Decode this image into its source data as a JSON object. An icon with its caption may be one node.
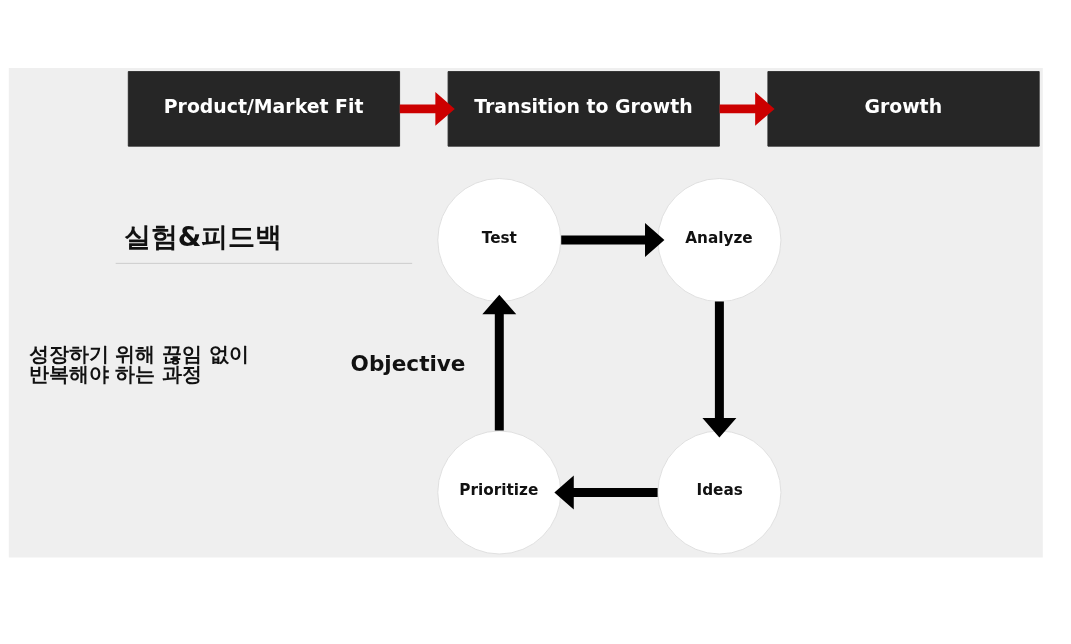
{
  "diagram": {
    "nodes": [
      {
        "text": [
          "Product/Market Fit"
        ]
      },
      {
        "text": [
          "Transition to Growth"
        ]
      },
      {
        "text": [
          "Growth"
        ]
      },
      {
        "text": [
          "Test"
        ]
      },
      {
        "text": [
          "Analyze"
        ]
      },
      {
        "text": [
          "Prioritize"
        ]
      },
      {
        "text": [
          "Ideas"
        ]
      }
    ],
    "edges": [
      {
        "from": 0,
        "to": 1,
        "arrow": "to",
        "color": "#cc0000"
      },
      {
        "from": 1,
        "to": 2,
        "arrow": "to",
        "color": "#cc0000"
      },
      {
        "from": 3,
        "to": 4,
        "arrow": "to"
      },
      {
        "from": 4,
        "to": 6,
        "arrow": "to"
      },
      {
        "from": 6,
        "to": 5,
        "arrow": "to"
      },
      {
        "from": 5,
        "to": 3,
        "arrow": "to"
      }
    ],
    "labels": [
      "실험&피드백",
      "성장하기 위해 끊임 없이 반복해야 하는 과정",
      "Objective"
    ]
  }
}
